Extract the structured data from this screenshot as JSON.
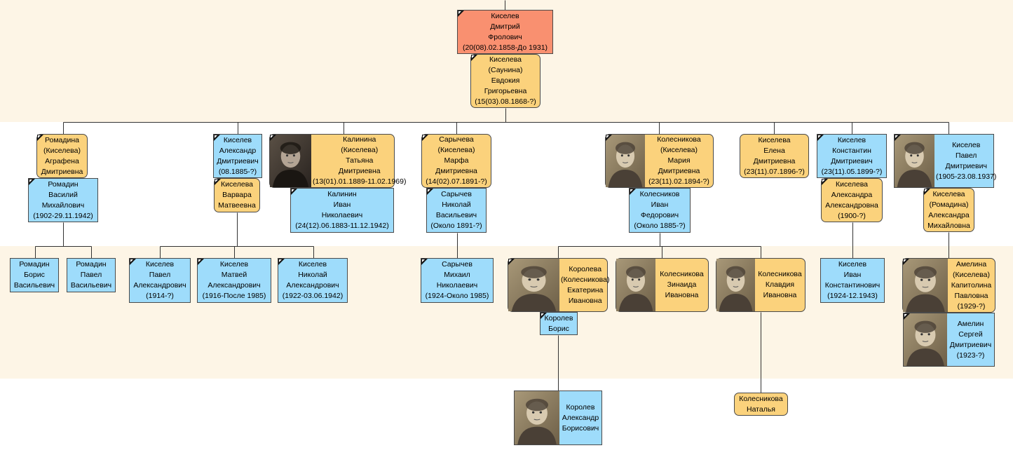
{
  "colors": {
    "male": "#9edcfb",
    "female": "#fbd27c",
    "selected": "#f99070",
    "band": "#fdf5e6",
    "line": "#333333"
  },
  "people": {
    "dmitry": {
      "lines": [
        "Киселев",
        "Дмитрий",
        "Фролович",
        "(20(08).02.1858-До 1931)"
      ]
    },
    "evdokia": {
      "lines": [
        "Киселева",
        "(Саунина)",
        "Евдокия",
        "Григорьевна",
        "(15(03).08.1868-?)"
      ]
    },
    "agrafena": {
      "lines": [
        "Ромадина",
        "(Киселева)",
        "Аграфена",
        "Дмитриевна"
      ]
    },
    "vasily_r": {
      "lines": [
        "Ромадин",
        "Василий",
        "Михайлович",
        "(1902-29.11.1942)"
      ]
    },
    "alexandr": {
      "lines": [
        "Киселев",
        "Александр",
        "Дмитриевич",
        "(08.1885-?)"
      ]
    },
    "varvara": {
      "lines": [
        "Киселева",
        "Варвара",
        "Матвеевна"
      ]
    },
    "tatyana": {
      "lines": [
        "Калинина",
        "(Киселева)",
        "Татьяна",
        "Дмитриевна",
        "(13(01).01.1889-11.02.1969)"
      ],
      "photo": "dark-portrait-icon"
    },
    "ivan_k": {
      "lines": [
        "Калинин",
        "Иван",
        "Николаевич",
        "(24(12).06.1883-11.12.1942)"
      ]
    },
    "marfa": {
      "lines": [
        "Сарычева",
        "(Киселева)",
        "Марфа",
        "Дмитриевна",
        "(14(02).07.1891-?)"
      ]
    },
    "nikolai_s": {
      "lines": [
        "Сарычев",
        "Николай",
        "Васильевич",
        "(Около 1891-?)"
      ]
    },
    "maria": {
      "lines": [
        "Колесникова",
        "(Киселева)",
        "Мария",
        "Дмитриевна",
        "(23(11).02.1894-?)"
      ],
      "photo": "portrait-icon"
    },
    "ivan_kol": {
      "lines": [
        "Колесников",
        "Иван",
        "Федорович",
        "(Около 1885-?)"
      ]
    },
    "elena": {
      "lines": [
        "Киселева",
        "Елена",
        "Дмитриевна",
        "(23(11).07.1896-?)"
      ]
    },
    "konstantin": {
      "lines": [
        "Киселев",
        "Константин",
        "Дмитриевич",
        "(23(11).05.1899-?)"
      ]
    },
    "alexandra": {
      "lines": [
        "Киселева",
        "Александра",
        "Александровна",
        "(1900-?)"
      ]
    },
    "pavel_d": {
      "lines": [
        "Киселев",
        "Павел",
        "Дмитриевич",
        "(1905-23.08.1937)"
      ],
      "photo": "portrait-icon"
    },
    "alexandra_r": {
      "lines": [
        "Киселева",
        "(Ромадина)",
        "Александра",
        "Михайловна"
      ]
    },
    "boris_r": {
      "lines": [
        "Ромадин",
        "Борис",
        "Васильевич"
      ]
    },
    "pavel_r": {
      "lines": [
        "Ромадин",
        "Павел",
        "Васильевич"
      ]
    },
    "pavel_a": {
      "lines": [
        "Киселев",
        "Павел",
        "Александрович",
        "(1914-?)"
      ]
    },
    "matvei": {
      "lines": [
        "Киселев",
        "Матвей",
        "Александрович",
        "(1916-После 1985)"
      ]
    },
    "nikolai_a": {
      "lines": [
        "Киселев",
        "Николай",
        "Александрович",
        "(1922-03.06.1942)"
      ]
    },
    "mikhail_s": {
      "lines": [
        "Сарычев",
        "Михаил",
        "Николаевич",
        "(1924-Около 1985)"
      ]
    },
    "ekaterina": {
      "lines": [
        "Королева",
        "(Колесникова)",
        "Екатерина",
        "Ивановна"
      ],
      "photo": "portrait-icon"
    },
    "boris_k": {
      "lines": [
        "Королев",
        "Борис"
      ]
    },
    "zinaida": {
      "lines": [
        "Колесникова",
        "Зинаида",
        "Ивановна"
      ],
      "photo": "portrait-icon"
    },
    "klavdia": {
      "lines": [
        "Колесникова",
        "Клавдия",
        "Ивановна"
      ],
      "photo": "portrait-icon"
    },
    "ivan_konst": {
      "lines": [
        "Киселев",
        "Иван",
        "Константинович",
        "(1924-12.1943)"
      ]
    },
    "kapitolina": {
      "lines": [
        "Амелина",
        "(Киселева)",
        "Капитолина",
        "Павловна",
        "(1929-?)"
      ],
      "photo": "portrait-icon"
    },
    "sergei": {
      "lines": [
        "Амелин",
        "Сергей",
        "Дмитриевич",
        "(1923-?)"
      ],
      "photo": "portrait-icon"
    },
    "alexandr_b": {
      "lines": [
        "Королев",
        "Александр",
        "Борисович"
      ],
      "photo": "portrait-icon"
    },
    "natalya": {
      "lines": [
        "Колесникова",
        "Наталья"
      ]
    }
  }
}
